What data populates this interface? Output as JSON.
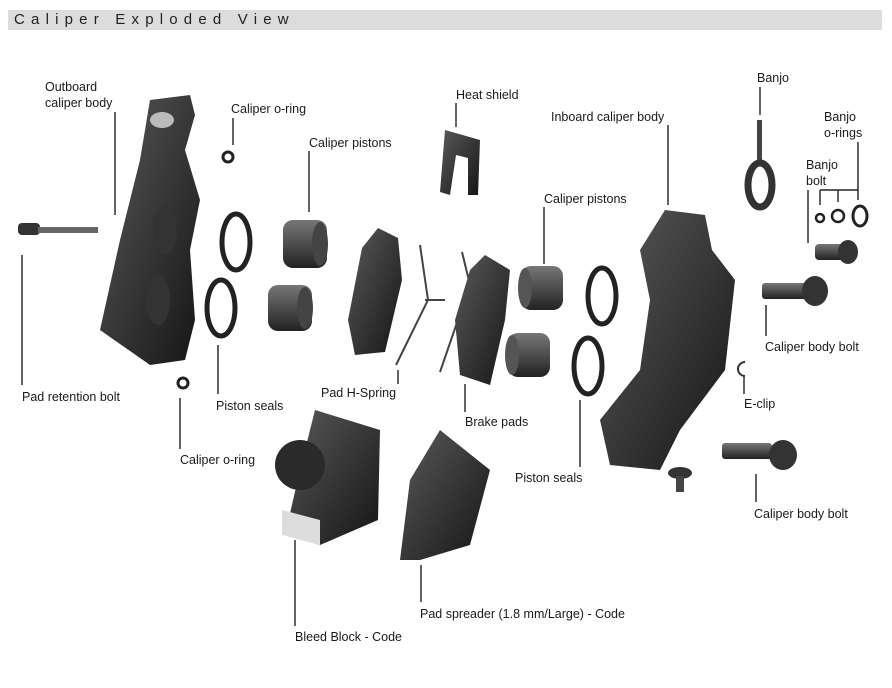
{
  "header": {
    "title": "Caliper Exploded View"
  },
  "labels": {
    "outboard_1": "Outboard",
    "outboard_2": "caliper body",
    "caliper_oring_top": "Caliper o-ring",
    "caliper_pistons_left": "Caliper pistons",
    "heat_shield": "Heat shield",
    "inboard": "Inboard caliper body",
    "banjo": "Banjo",
    "banjo_orings_1": "Banjo",
    "banjo_orings_2": "o-rings",
    "banjo_bolt_1": "Banjo",
    "banjo_bolt_2": "bolt",
    "caliper_pistons_right": "Caliper pistons",
    "caliper_body_bolt_top": "Caliper body bolt",
    "eclip": "E-clip",
    "caliper_body_bolt_bottom": "Caliper body bolt",
    "pad_retention_bolt": "Pad retention bolt",
    "piston_seals_left": "Piston seals",
    "pad_h_spring": "Pad H-Spring",
    "brake_pads": "Brake pads",
    "caliper_oring_bottom": "Caliper o-ring",
    "piston_seals_right": "Piston seals",
    "pad_spreader": "Pad spreader (1.8 mm/Large) - Code",
    "bleed_block": "Bleed Block - Code"
  }
}
